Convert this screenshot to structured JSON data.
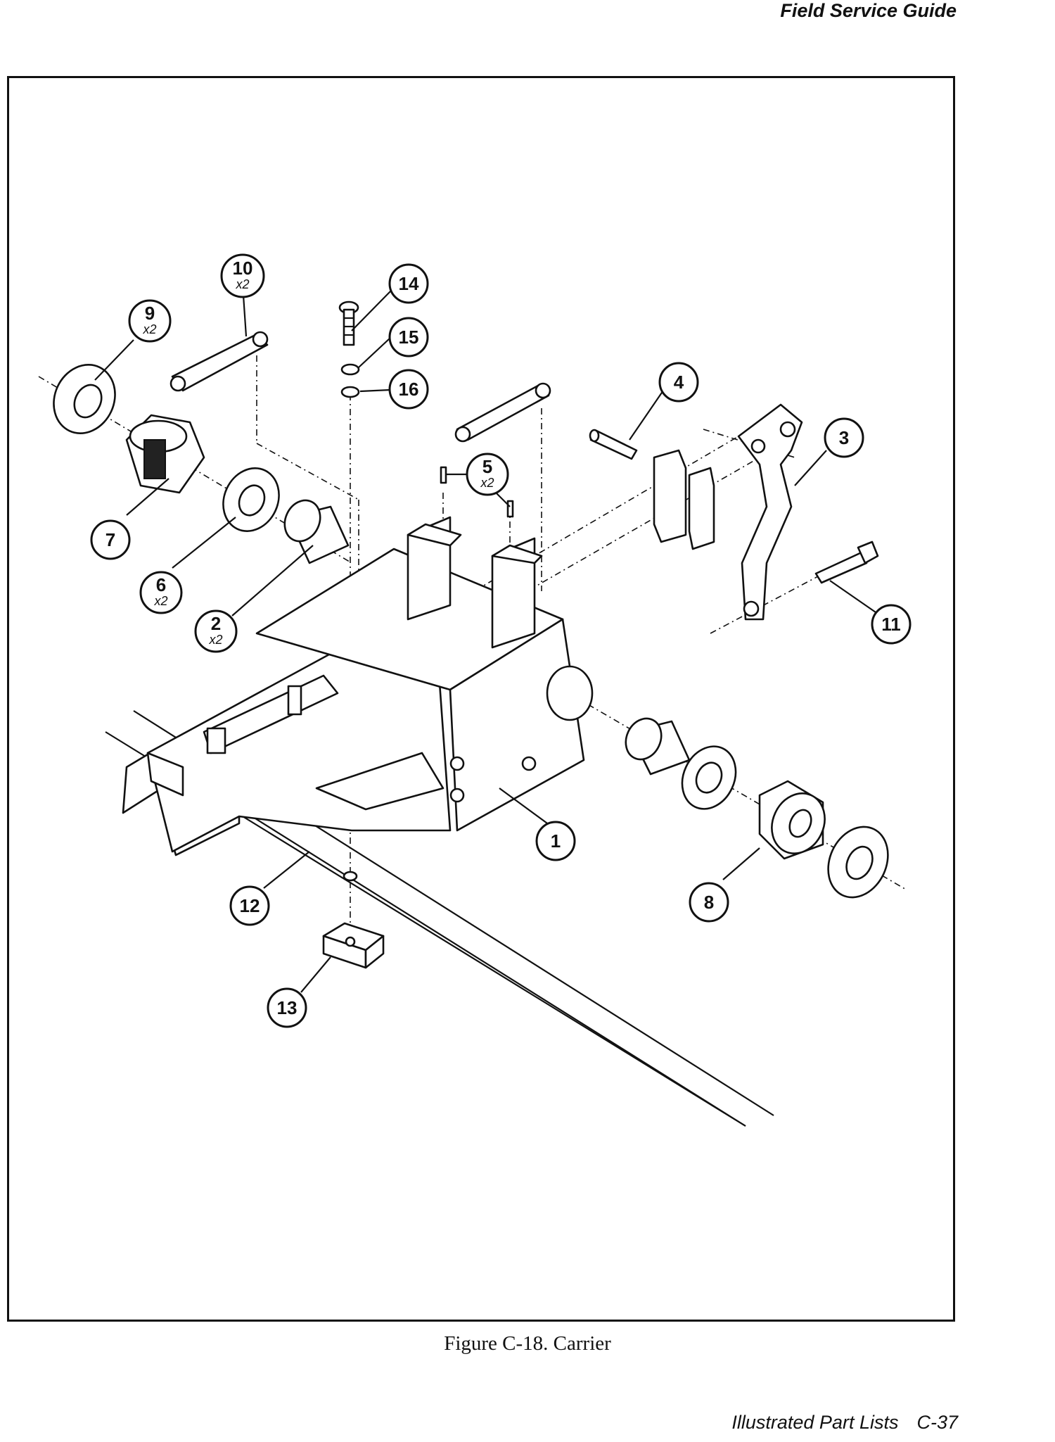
{
  "header": {
    "title": "Field Service Guide"
  },
  "figure": {
    "caption": "Figure C-18.  Carrier",
    "callouts": [
      {
        "number": "1",
        "qty": ""
      },
      {
        "number": "2",
        "qty": "x2"
      },
      {
        "number": "3",
        "qty": ""
      },
      {
        "number": "4",
        "qty": ""
      },
      {
        "number": "5",
        "qty": "x2"
      },
      {
        "number": "6",
        "qty": "x2"
      },
      {
        "number": "7",
        "qty": ""
      },
      {
        "number": "8",
        "qty": ""
      },
      {
        "number": "9",
        "qty": "x2"
      },
      {
        "number": "10",
        "qty": "x2"
      },
      {
        "number": "11",
        "qty": ""
      },
      {
        "number": "12",
        "qty": ""
      },
      {
        "number": "13",
        "qty": ""
      },
      {
        "number": "14",
        "qty": ""
      },
      {
        "number": "15",
        "qty": ""
      },
      {
        "number": "16",
        "qty": ""
      }
    ]
  },
  "footer": {
    "section": "Illustrated Part Lists",
    "page": "C-37"
  }
}
